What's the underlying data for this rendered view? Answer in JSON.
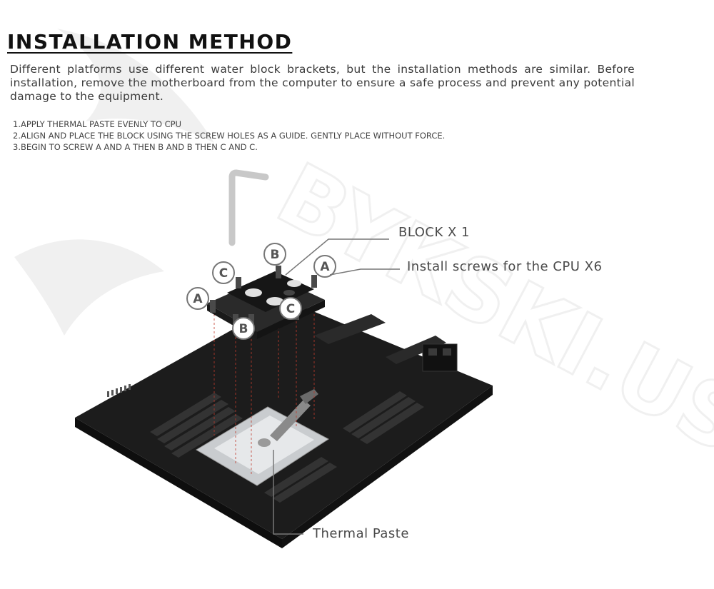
{
  "title": "INSTALLATION METHOD",
  "intro": "Different platforms use different water block brackets, but the installation methods are similar. Before installation, remove the motherboard from the computer to ensure a safe process and prevent any potential damage to the equipment.",
  "steps": [
    "1.APPLY THERMAL PASTE EVENLY TO CPU",
    "2.ALIGN AND PLACE THE BLOCK USING THE SCREW HOLES AS A GUIDE. GENTLY PLACE WITHOUT FORCE.",
    "3.BEGIN TO SCREW A AND A THEN B AND B THEN C AND C."
  ],
  "callouts": {
    "block": "BLOCK X 1",
    "screws": "Install screws for the CPU X6",
    "paste": "Thermal Paste"
  },
  "screw_labels": {
    "a_left": "A",
    "a_right": "A",
    "b_top": "B",
    "b_bottom": "B",
    "c_left": "C",
    "c_right": "C"
  },
  "watermark_text": "BYKSKI.US"
}
